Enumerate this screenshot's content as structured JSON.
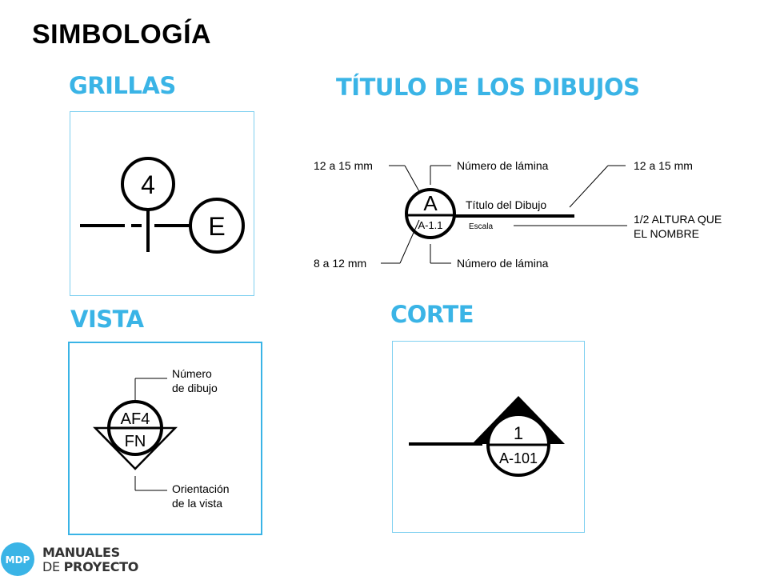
{
  "page": {
    "title": "SIMBOLOGÍA"
  },
  "sections": {
    "grillas": {
      "heading": "GRILLAS",
      "grid_number": "4",
      "grid_letter": "E"
    },
    "titulo": {
      "heading": "TÍTULO DE LOS DIBUJOS",
      "symbol_letter": "A",
      "sheet_ref": "A-1.1",
      "label_top_left": "12 a 15 mm",
      "label_bottom_left": "8 a 12 mm",
      "label_sheet_top": "Número de lámina",
      "label_sheet_bottom": "Número de lámina",
      "label_drawing_title": "Título del Dibujo",
      "label_scale": "Escala",
      "label_top_right": "12 a 15 mm",
      "label_half_height_1": "1/2 ALTURA QUE",
      "label_half_height_2": "EL NOMBRE"
    },
    "vista": {
      "heading": "VISTA",
      "view_code": "AF4",
      "view_sub": "FN",
      "label_number_1": "Número",
      "label_number_2": "de dibujo",
      "label_orient_1": "Orientación",
      "label_orient_2": "de la vista"
    },
    "corte": {
      "heading": "CORTE",
      "section_number": "1",
      "section_sheet": "A-101"
    }
  },
  "footer": {
    "logo_badge": "MDP",
    "logo_line1": "MANUALES",
    "logo_line2_a": "DE ",
    "logo_line2_b": "PROYECTO"
  },
  "colors": {
    "accent": "#3ab4e6",
    "ink": "#000000"
  }
}
